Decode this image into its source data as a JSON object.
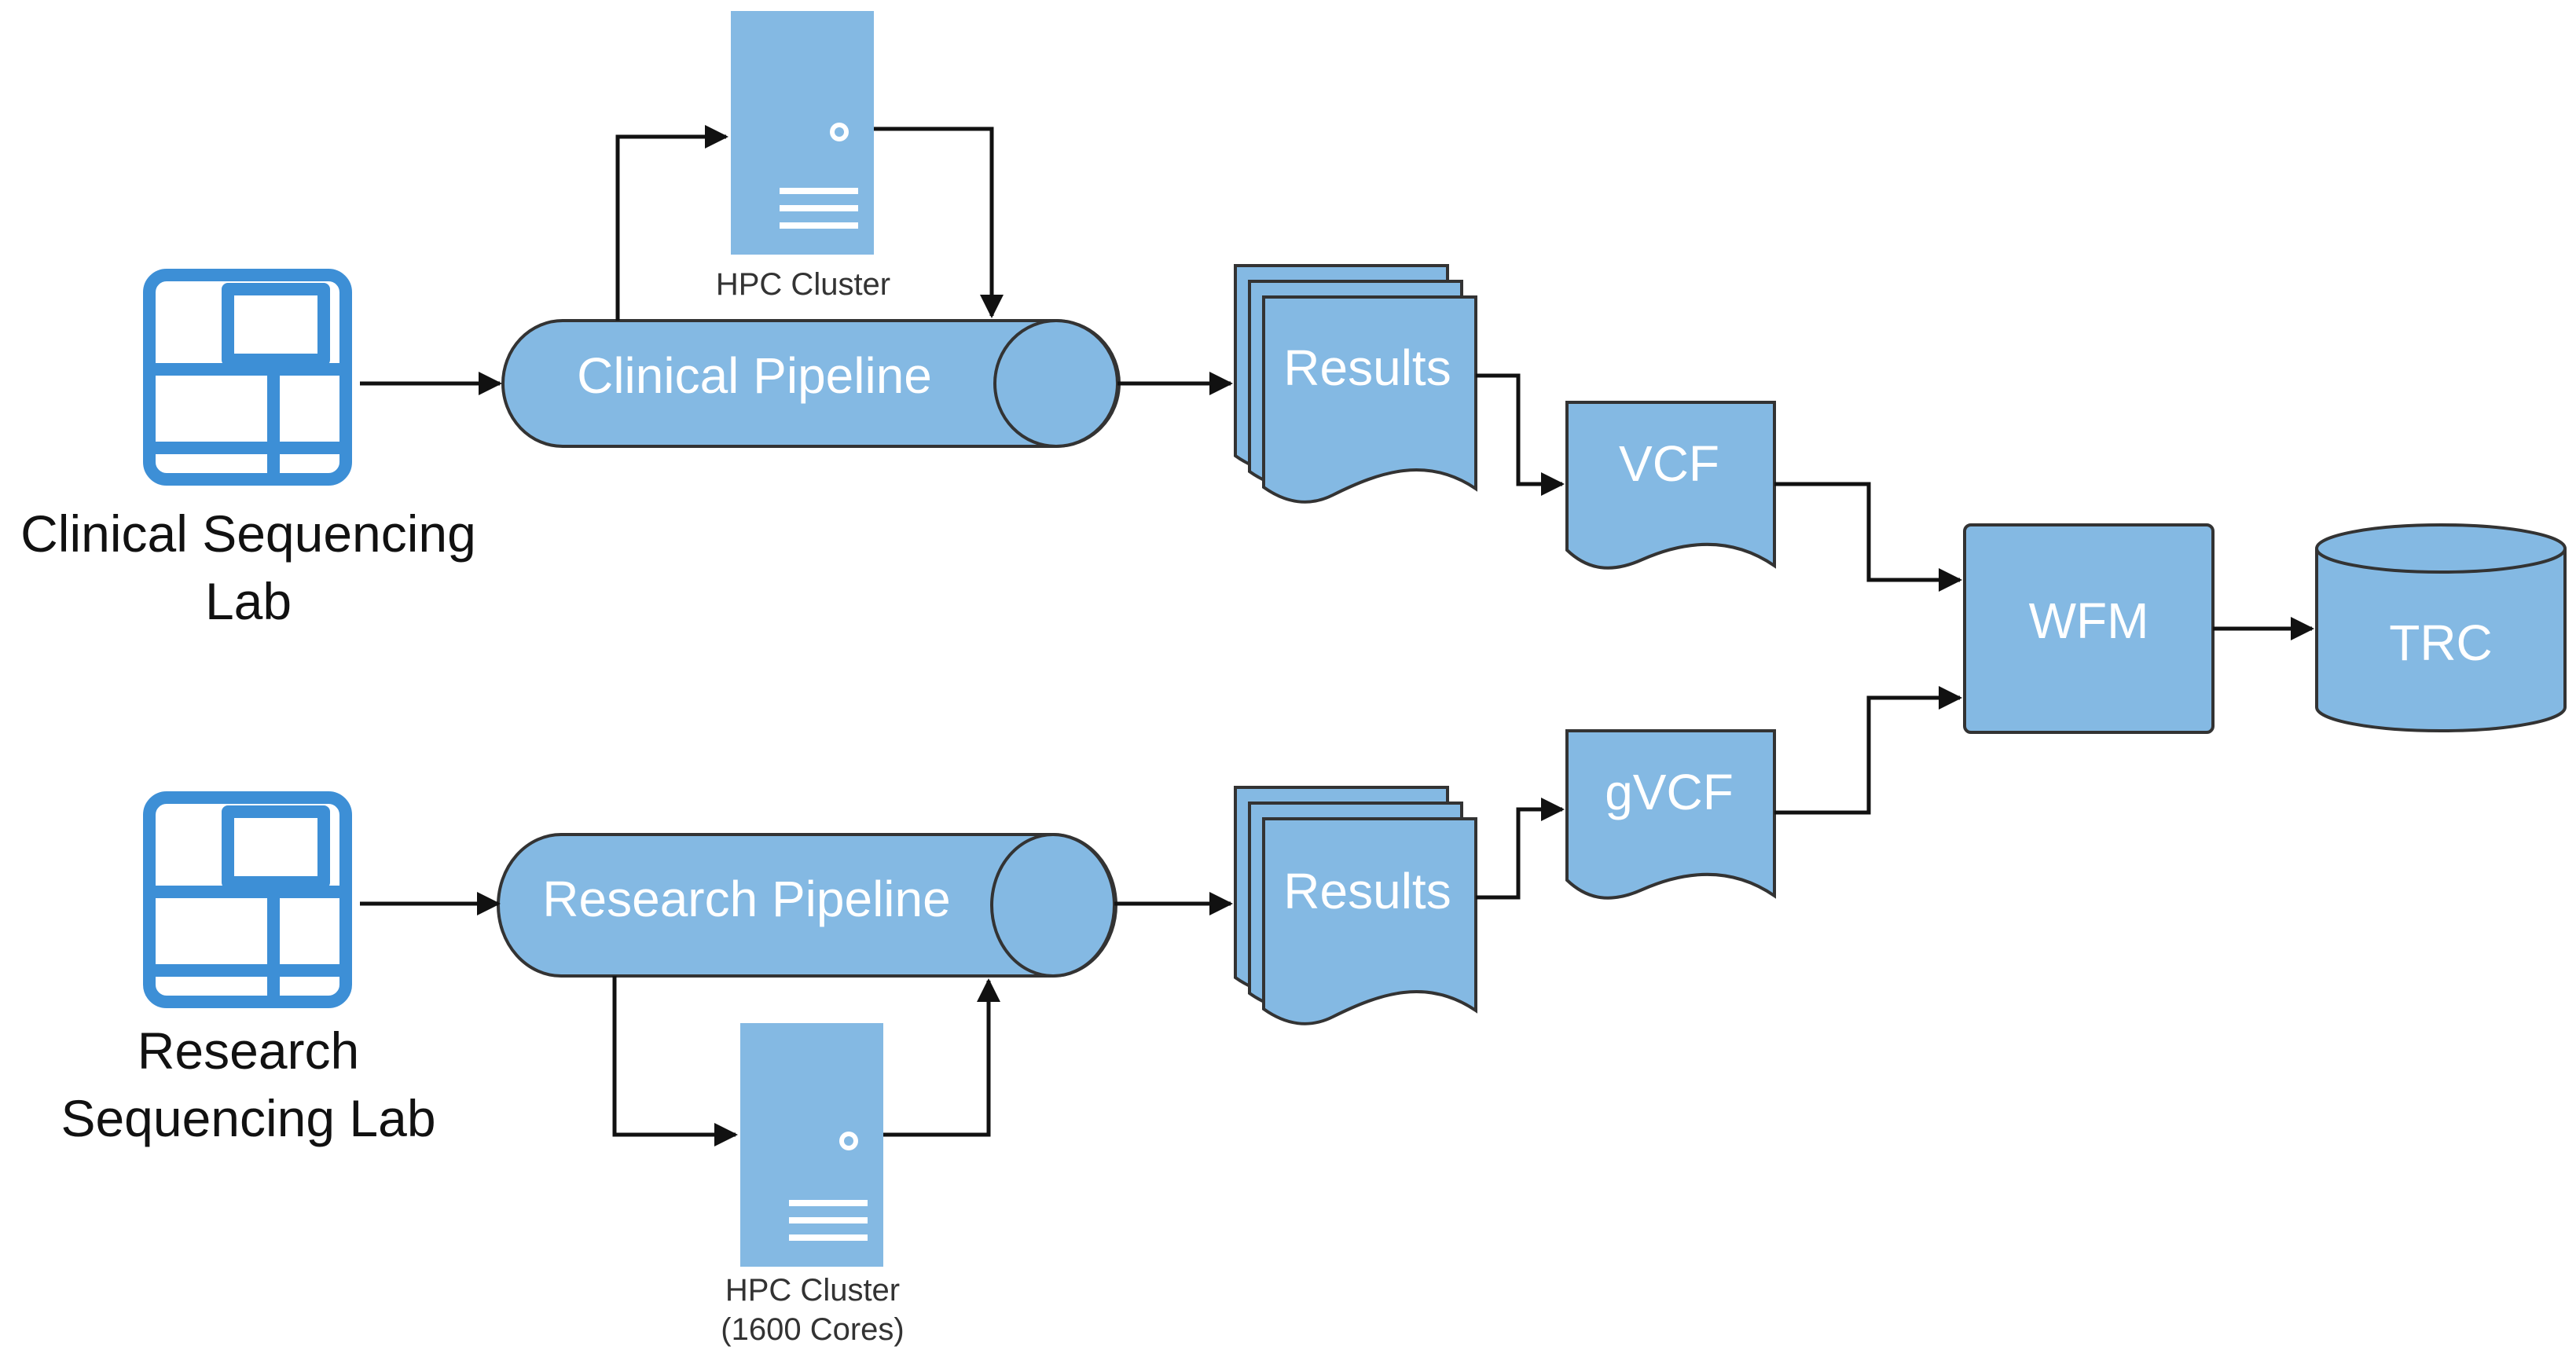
{
  "labs": {
    "clinical": {
      "line1": "Clinical Sequencing",
      "line2": "Lab",
      "icon": "sequencer-icon"
    },
    "research": {
      "line1": "Research",
      "line2": "Sequencing Lab",
      "icon": "sequencer-icon"
    }
  },
  "pipelines": {
    "clinical": "Clinical Pipeline",
    "research": "Research Pipeline"
  },
  "hpc": {
    "top": {
      "line1": "HPC Cluster",
      "line2": "",
      "icon": "server-icon"
    },
    "bottom": {
      "line1": "HPC Cluster",
      "line2": "(1600 Cores)",
      "icon": "server-icon"
    }
  },
  "documents": {
    "results_top": "Results",
    "results_bottom": "Results",
    "vcf": "VCF",
    "gvcf": "gVCF"
  },
  "wfm": "WFM",
  "trc": "TRC",
  "colors": {
    "fill": "#84b9e3",
    "icon_stroke": "#3d8fd6",
    "arrow": "#111111"
  }
}
